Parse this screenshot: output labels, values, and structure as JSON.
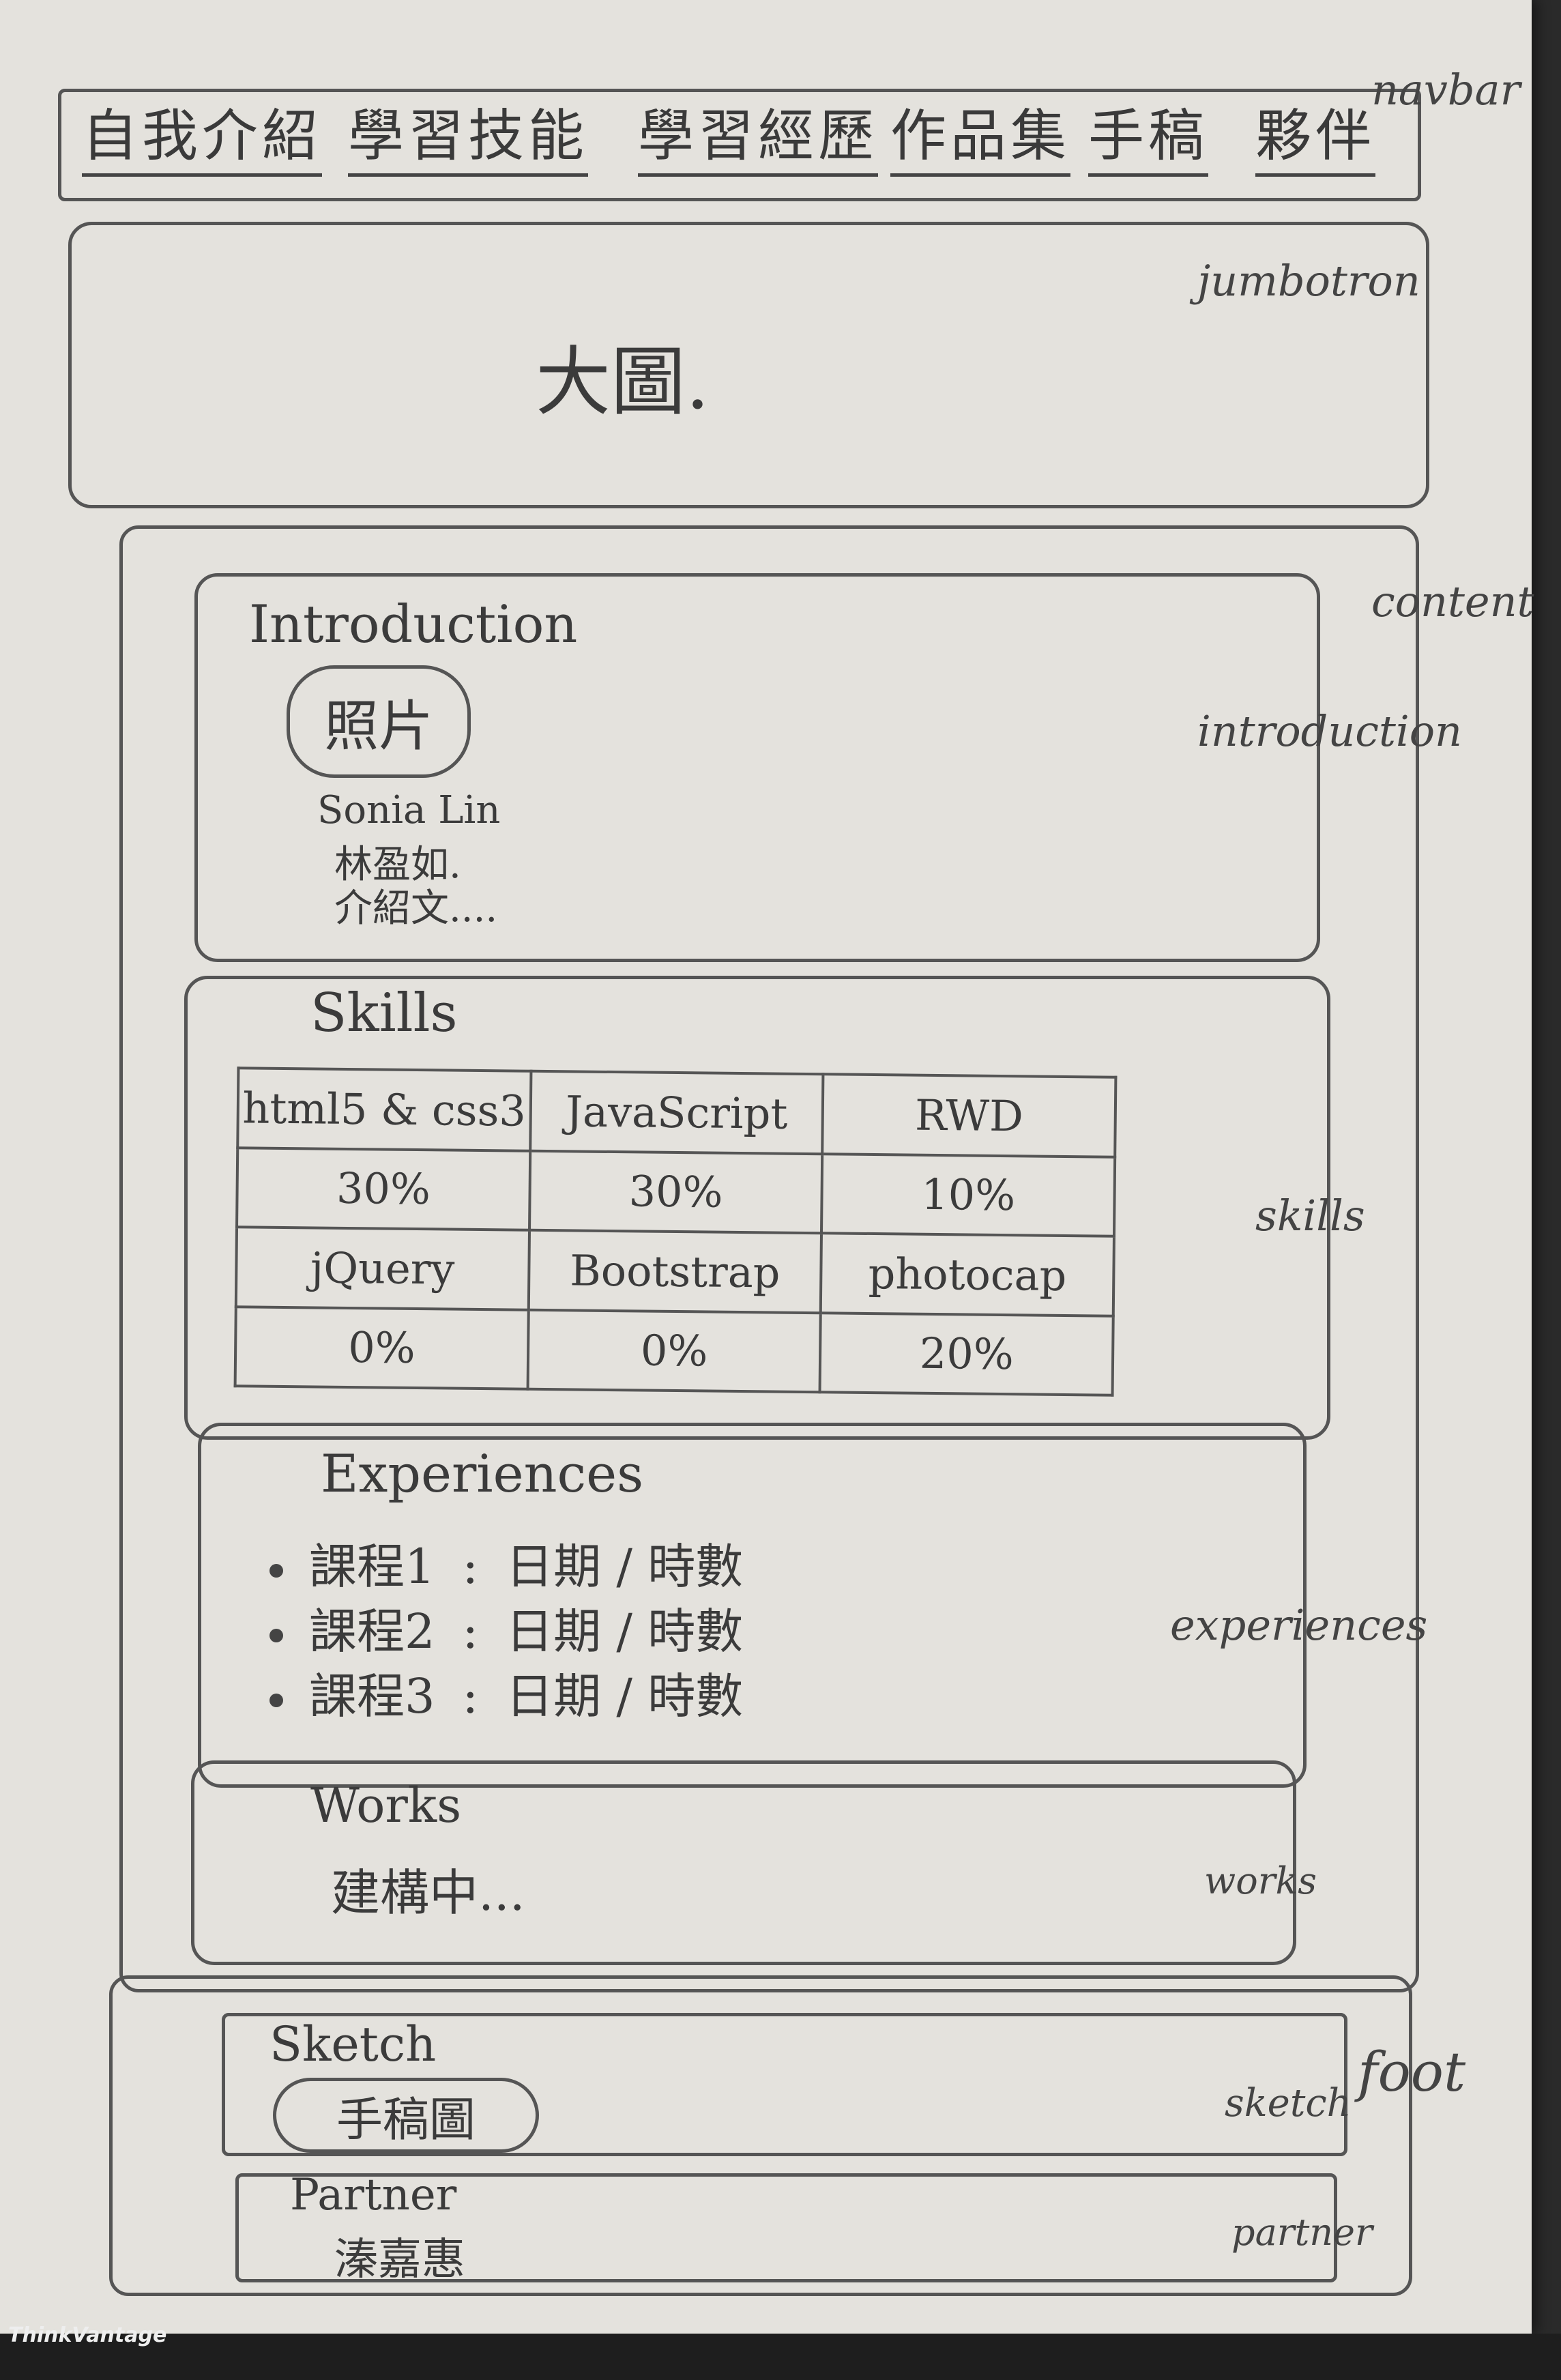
{
  "navbar": {
    "items": [
      "自我介紹",
      "學習技能",
      "學習經歷",
      "作品集",
      "手稿",
      "夥伴"
    ],
    "note": "navbar"
  },
  "jumbotron": {
    "text": "大圖.",
    "note": "jumbotron"
  },
  "content": {
    "note": "content"
  },
  "introduction": {
    "title": "Introduction",
    "photo": "照片",
    "name_en": "Sonia Lin",
    "name_zh": "林盈如.",
    "intro_text": "介紹文....",
    "note": "introduction"
  },
  "skills": {
    "title": "Skills",
    "rows": [
      [
        "html5 & css3",
        "JavaScript",
        "RWD"
      ],
      [
        "30%",
        "30%",
        "10%"
      ],
      [
        "jQuery",
        "Bootstrap",
        "photocap"
      ],
      [
        "0%",
        "0%",
        "20%"
      ]
    ],
    "note": "skills"
  },
  "experiences": {
    "title": "Experiences",
    "items": [
      {
        "course": "課程1",
        "detail": "日期 / 時數"
      },
      {
        "course": "課程2",
        "detail": "日期 / 時數"
      },
      {
        "course": "課程3",
        "detail": "日期 / 時數"
      }
    ],
    "note": "experiences"
  },
  "works": {
    "title": "Works",
    "text": "建構中...",
    "note": "works"
  },
  "foot": {
    "note": "foot"
  },
  "sketch": {
    "title": "Sketch",
    "image": "手稿圖",
    "note": "sketch"
  },
  "partner": {
    "title": "Partner",
    "name": "溱嘉惠",
    "note": "partner"
  },
  "footer_brand": "ThinkVantage"
}
